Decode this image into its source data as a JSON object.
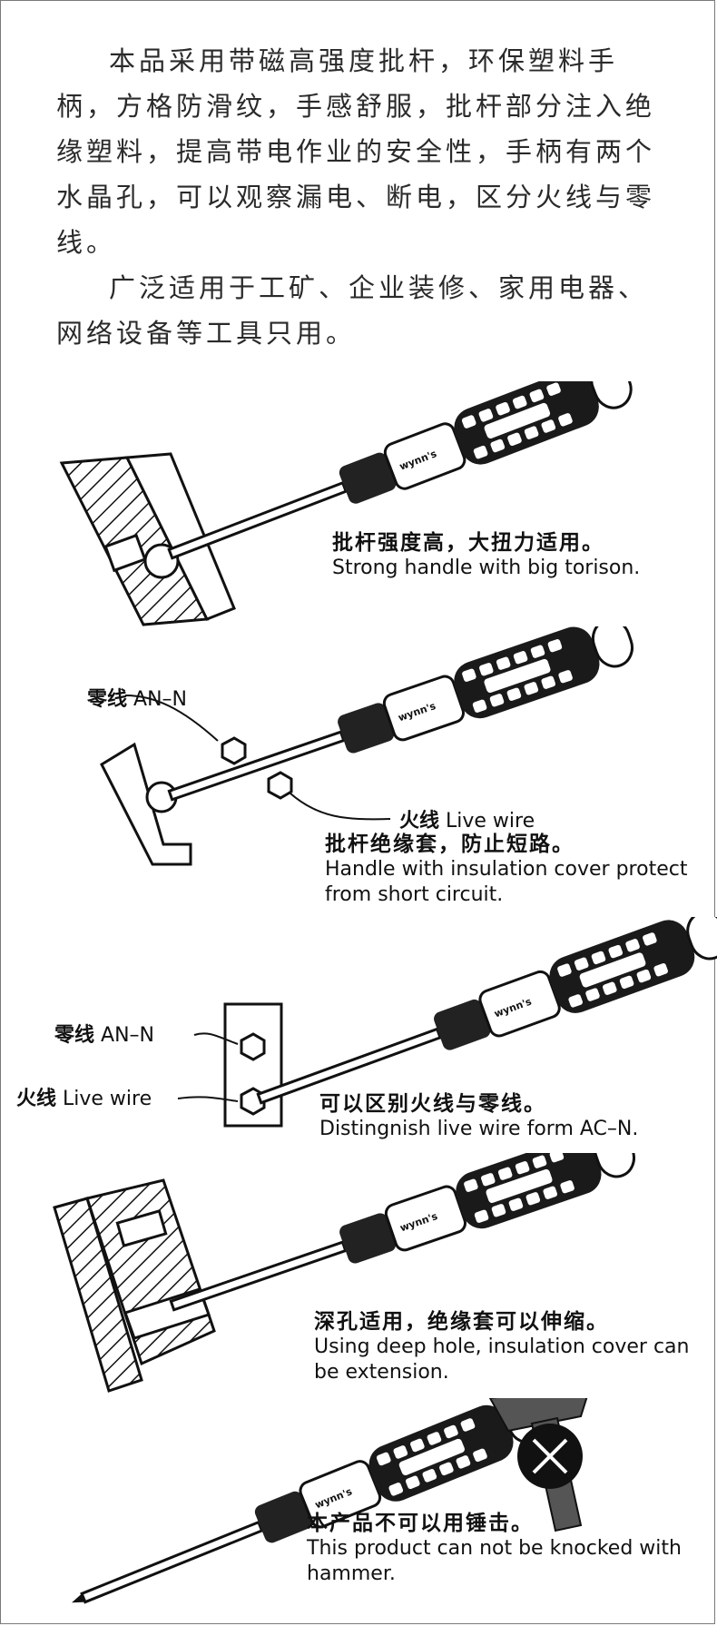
{
  "intro": {
    "paragraph1": "本品采用带磁高强度批杆，环保塑料手柄，方格防滑纹，手感舒服，批杆部分注入绝缘塑料，提高带电作业的安全性，手柄有两个水晶孔，可以观察漏电、断电，区分火线与零线。",
    "paragraph2": "广泛适用于工矿、企业装修、家用电器、网络设备等工具只用。"
  },
  "brand": "wynn's",
  "sections": [
    {
      "caption_zh": "批杆强度高，大扭力适用。",
      "caption_en": "Strong handle with big torison."
    },
    {
      "caption_zh": "批杆绝缘套，防止短路。",
      "caption_en": "Handle with insulation cover protect from short circuit.",
      "neutral_zh": "零线",
      "neutral_en": "AN–N",
      "live_zh": "火线",
      "live_en": "Live wire"
    },
    {
      "caption_zh": "可以区别火线与零线。",
      "caption_en": "Distingnish live wire form AC–N.",
      "neutral_zh": "零线",
      "neutral_en": "AN–N",
      "live_zh": "火线",
      "live_en": "Live wire"
    },
    {
      "caption_zh": "深孔适用，绝缘套可以伸缩。",
      "caption_en": "Using deep hole, insulation cover can be extension."
    },
    {
      "caption_zh": "本产品不可以用锤击。",
      "caption_en": "This product can not be knocked with hammer."
    }
  ]
}
